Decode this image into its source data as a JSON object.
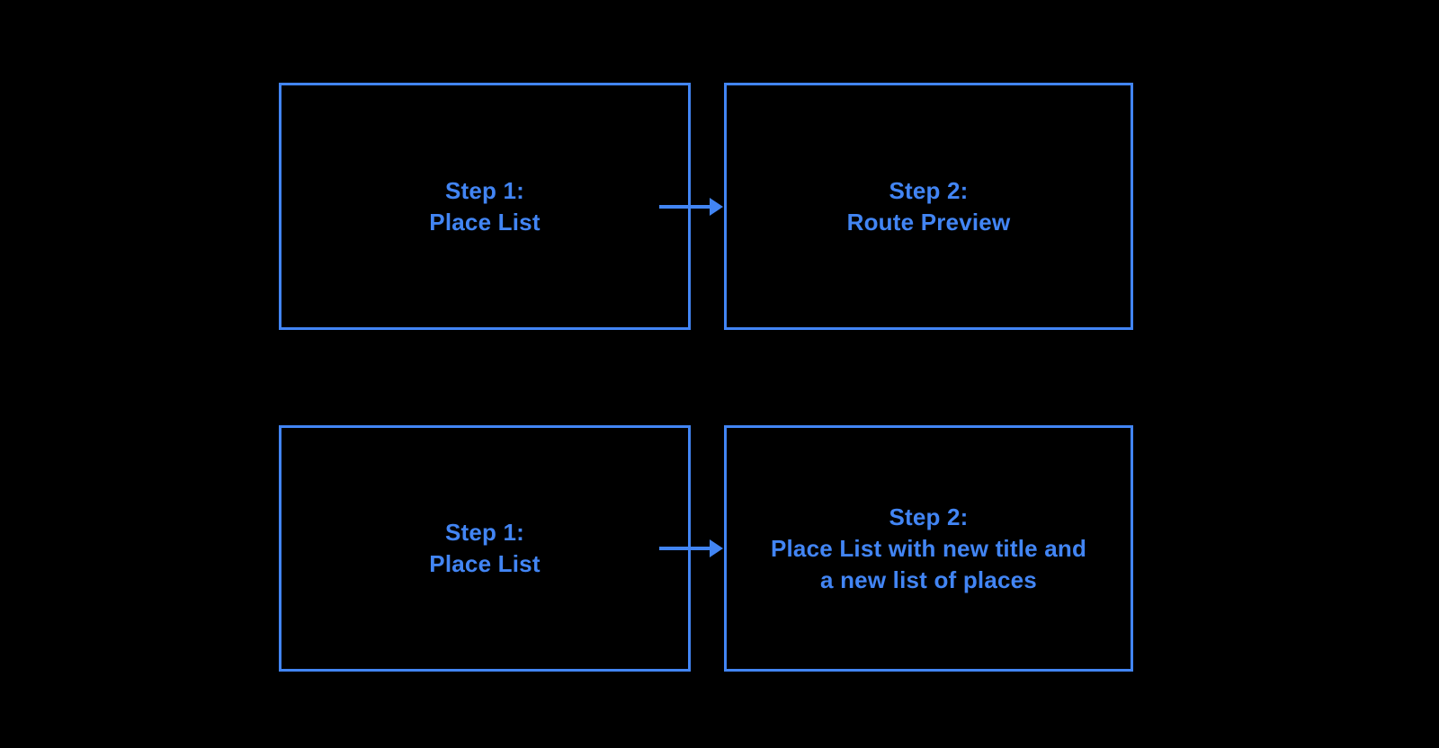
{
  "colors": {
    "background": "#000000",
    "accent": "#4285F4"
  },
  "diagram": {
    "flows": [
      {
        "source": {
          "lines": [
            "Step 1:",
            "Place List"
          ]
        },
        "target": {
          "lines": [
            "Step 2:",
            "Route Preview"
          ]
        }
      },
      {
        "source": {
          "lines": [
            "Step 1:",
            "Place List"
          ]
        },
        "target": {
          "lines": [
            "Step 2:",
            "Place List with new title and",
            "a new list of places"
          ]
        }
      }
    ]
  }
}
